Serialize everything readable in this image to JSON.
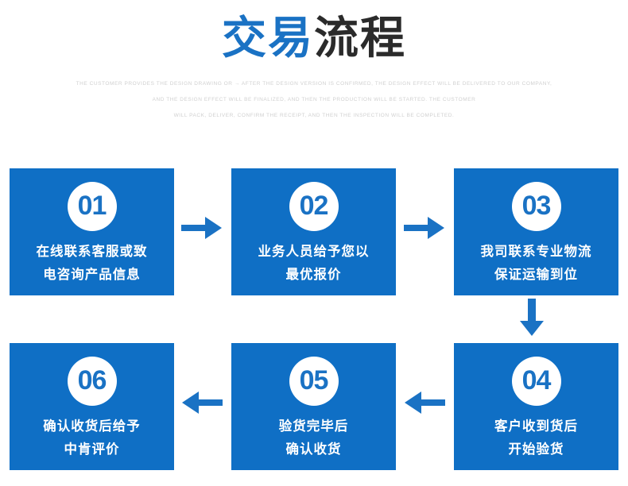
{
  "header": {
    "title_blue": "交易",
    "title_dark": "流程",
    "subtitle_lines": [
      "THE CUSTOMER PROVIDES THE DESIGN DRAWING OR → AFTER THE DESIGN VERSION IS CONFIRMED, THE DESIGN EFFECT WILL BE DELIVERED TO OUR COMPANY,",
      "AND THE DESIGN EFFECT WILL BE FINALIZED, AND THEN THE PRODUCTION WILL BE STARTED. THE CUSTOMER",
      "WILL PACK, DELIVER, CONFIRM THE RECEIPT, AND THEN THE INSPECTION WILL BE COMPLETED."
    ]
  },
  "colors": {
    "box_blue": "#0f6fc5",
    "title_blue": "#1a72c4",
    "title_dark": "#2b2b2b",
    "arrow_blue": "#1a72c4",
    "subtitle_gray": "#d0d0d0",
    "badge_white": "#ffffff"
  },
  "steps": [
    {
      "number": "01",
      "line1": "在线联系客服或致",
      "line2": "电咨询产品信息"
    },
    {
      "number": "02",
      "line1": "业务人员给予您以",
      "line2": "最优报价"
    },
    {
      "number": "03",
      "line1": "我司联系专业物流",
      "line2": "保证运输到位"
    },
    {
      "number": "04",
      "line1": "客户收到货后",
      "line2": "开始验货"
    },
    {
      "number": "05",
      "line1": "验货完毕后",
      "line2": "确认收货"
    },
    {
      "number": "06",
      "line1": "确认收货后给予",
      "line2": "中肯评价"
    }
  ],
  "arrows": [
    {
      "name": "arrow-right-01-to-02",
      "direction": "right"
    },
    {
      "name": "arrow-right-02-to-03",
      "direction": "right"
    },
    {
      "name": "arrow-down-03-to-04",
      "direction": "down"
    },
    {
      "name": "arrow-left-04-to-05",
      "direction": "left"
    },
    {
      "name": "arrow-left-05-to-06",
      "direction": "left"
    }
  ]
}
